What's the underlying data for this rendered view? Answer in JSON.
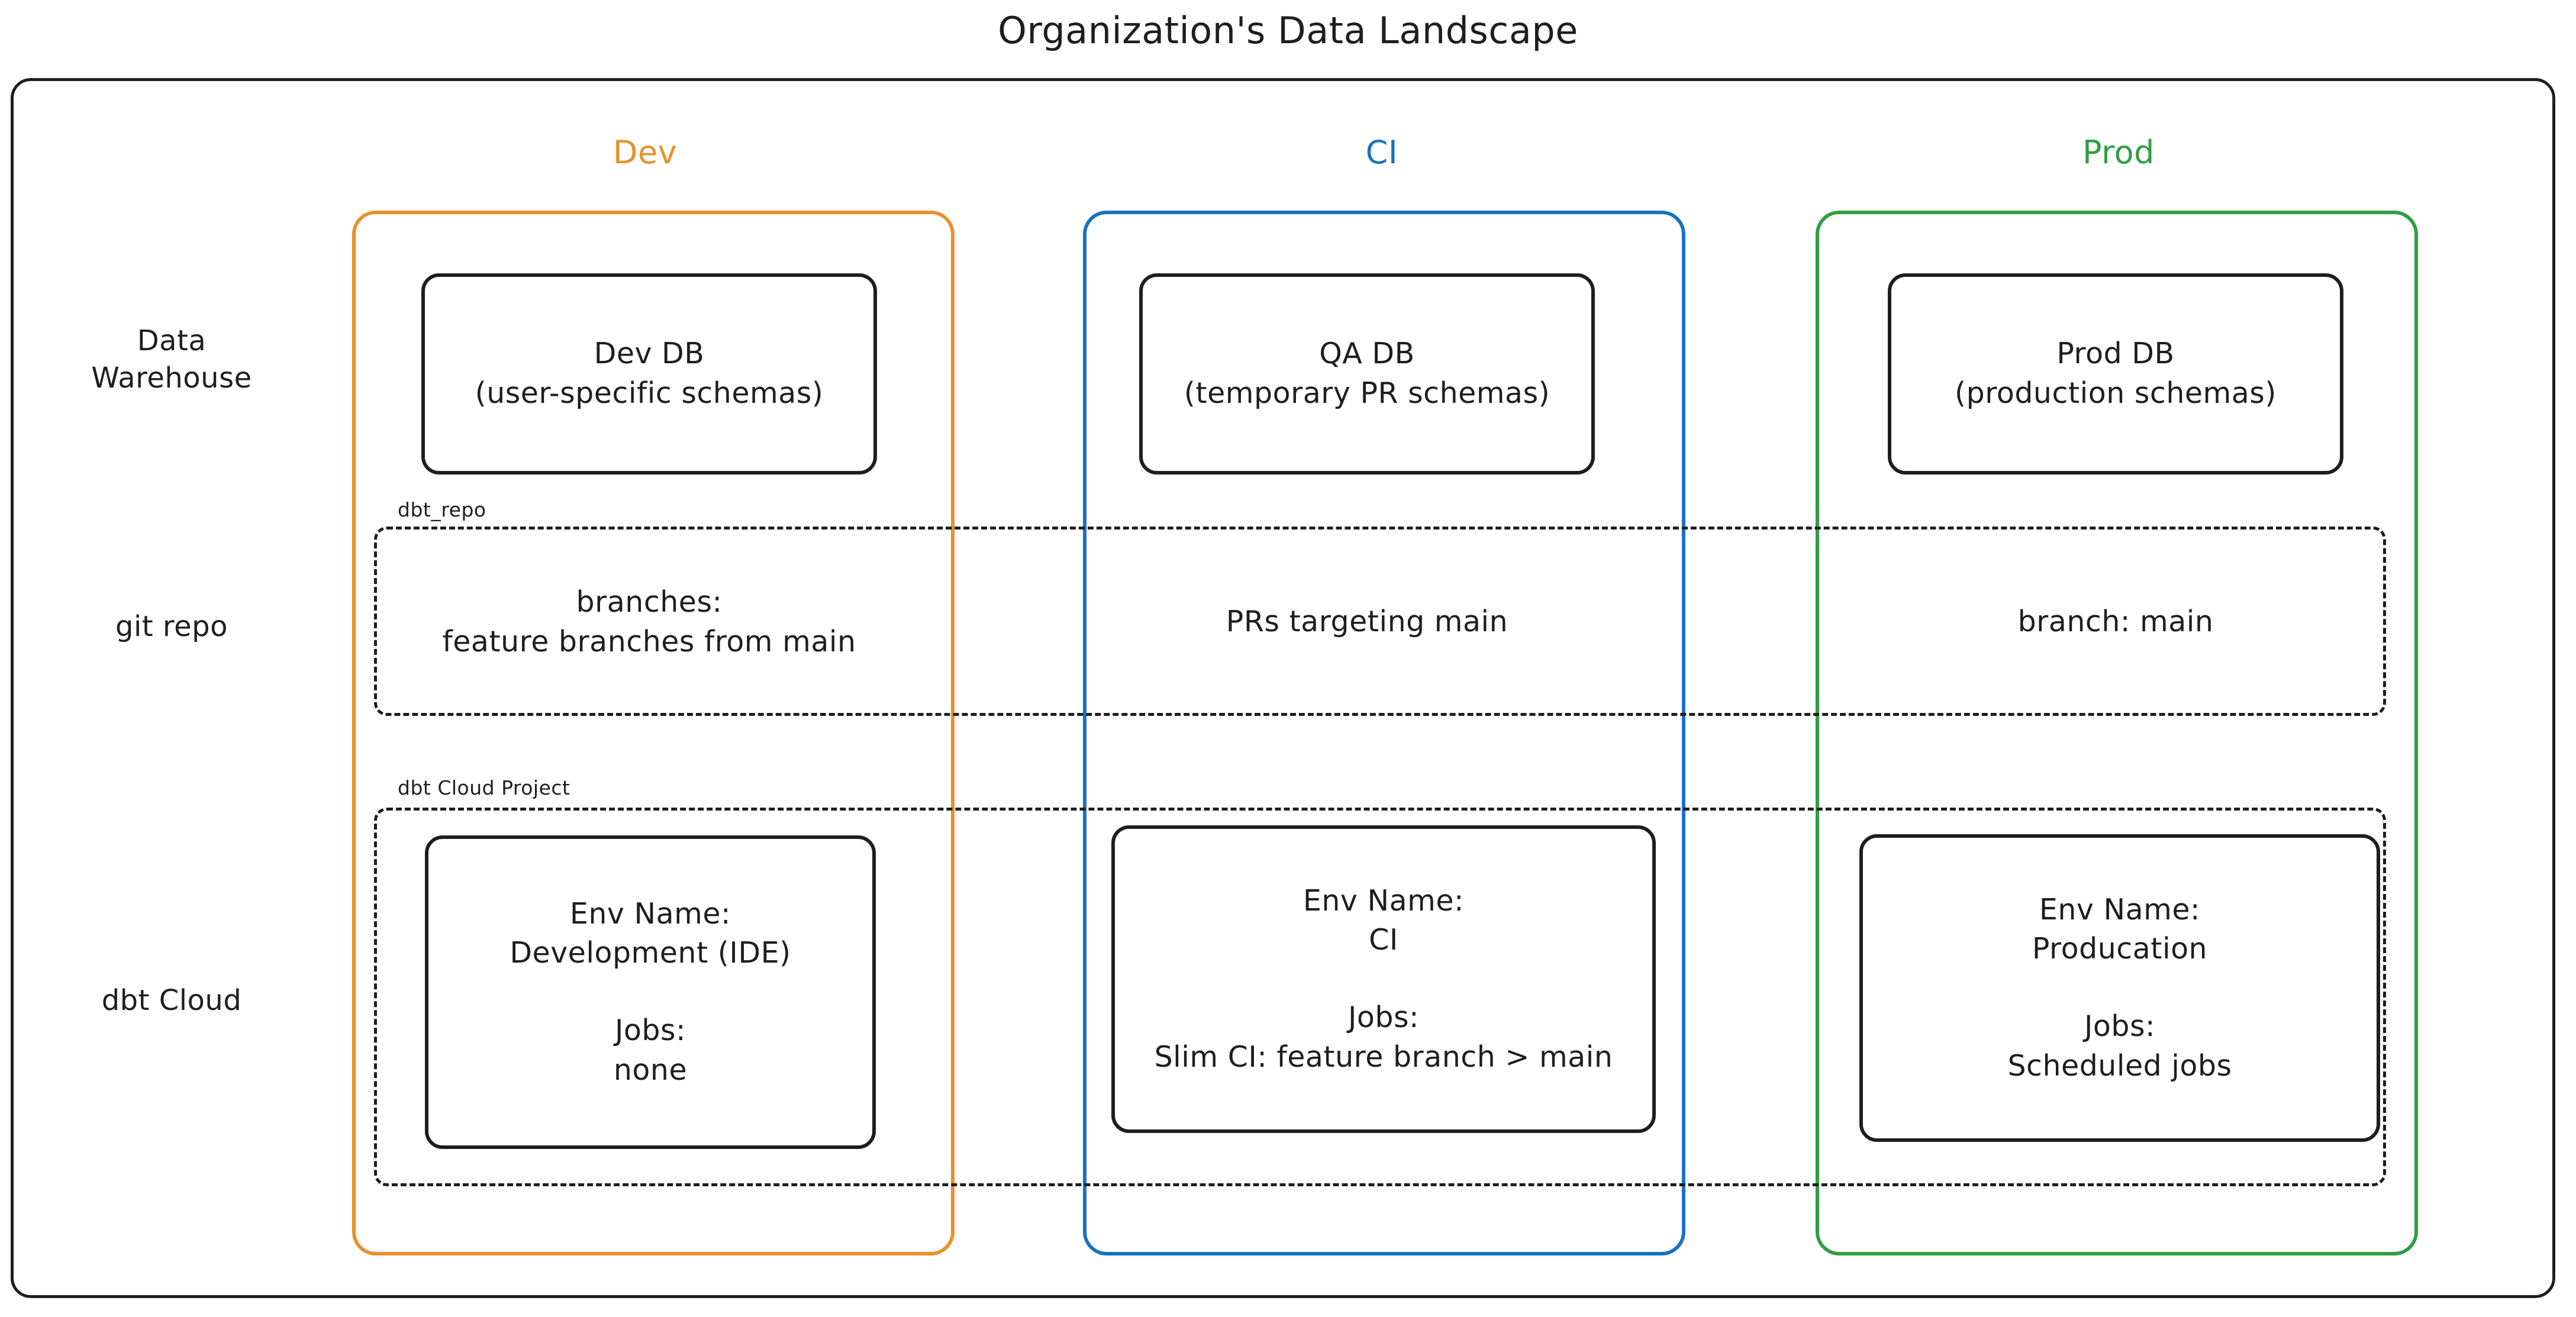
{
  "title": "Organization's Data Landscape",
  "colors": {
    "dev": "#e8912d",
    "ci": "#1971c2",
    "prod": "#2f9e44",
    "ink": "#1e1e1e",
    "background": "#ffffff"
  },
  "environments": [
    {
      "key": "dev",
      "label": "Dev"
    },
    {
      "key": "ci",
      "label": "CI"
    },
    {
      "key": "prod",
      "label": "Prod"
    }
  ],
  "rows": [
    {
      "key": "data_warehouse",
      "label": "Data\nWarehouse"
    },
    {
      "key": "git_repo",
      "label": "git repo"
    },
    {
      "key": "dbt_cloud",
      "label": "dbt Cloud"
    }
  ],
  "groups": [
    {
      "key": "dbt_repo",
      "label": "dbt_repo"
    },
    {
      "key": "dbt_cloud_project",
      "label": "dbt Cloud Project"
    }
  ],
  "data_warehouse": {
    "dev": "Dev DB\n(user-specific schemas)",
    "ci": "QA DB\n(temporary PR schemas)",
    "prod": "Prod DB\n(production schemas)"
  },
  "git_repo": {
    "dev": "branches:\nfeature branches from main",
    "ci": "PRs targeting main",
    "prod": "branch: main"
  },
  "dbt_cloud": {
    "dev": {
      "env_name": "Env Name:\nDevelopment (IDE)",
      "jobs": "Jobs:\nnone"
    },
    "ci": {
      "env_name": "Env Name:\nCI",
      "jobs": "Jobs:\nSlim CI: feature branch > main"
    },
    "prod": {
      "env_name": "Env Name:\nProducation",
      "jobs": "Jobs:\nScheduled jobs"
    }
  }
}
